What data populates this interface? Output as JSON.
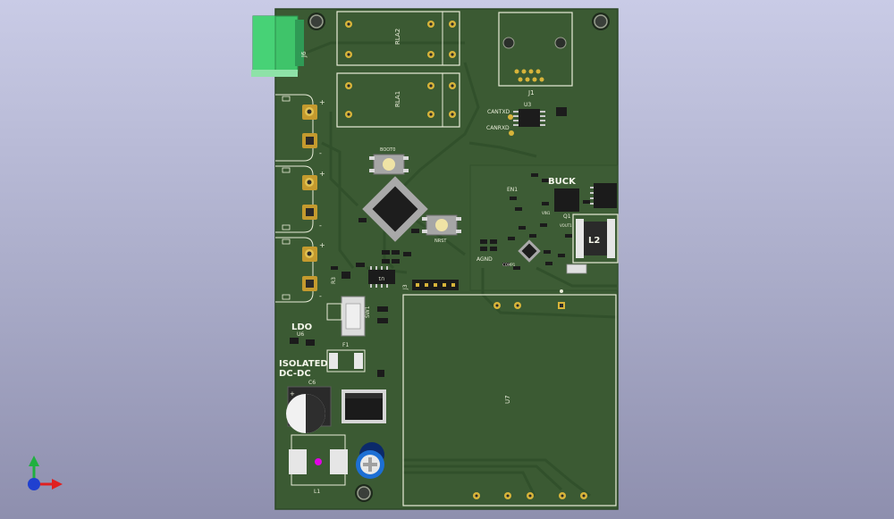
{
  "colors": {
    "board": "#3b5a33",
    "board_edge": "#2d4827",
    "silkscreen": "#e8ecd8",
    "copper_trace": "#35522d",
    "pad_gold": "#d8b43a",
    "terminal_green": "#3fc46a",
    "axis_x": "#e02020",
    "axis_y": "#20b040",
    "axis_z": "#2040d0"
  },
  "board": {
    "sections": {
      "buck": "BUCK",
      "ldo": "LDO",
      "isolated_line1": "ISOLATED",
      "isolated_line2": "DC-DC",
      "agnd": "AGND",
      "en1": "EN1"
    },
    "components": {
      "rla1": "RLA1",
      "rla2": "RLA2",
      "j1": "J1",
      "j6": "J6",
      "u3": "U3",
      "u6": "U6",
      "u7": "U7",
      "l1": "L1",
      "l2": "L2",
      "c6": "C6",
      "f1": "F1",
      "r3": "R3",
      "sw1": "SW1",
      "q1": "Q1",
      "j3": "J3",
      "canrxd": "CANRXD",
      "cantxd": "CANTXD",
      "boot0": "BOOT0",
      "nrst": "NRST",
      "comp1": "COMP1",
      "vout1": "VOUT1",
      "vin1": "VIN1",
      "u1": "U1"
    },
    "pins": {
      "plus": "+",
      "minus": "-",
      "one": "1"
    }
  },
  "toolbar": {
    "axes_icon": "xyz-axes-icon"
  }
}
